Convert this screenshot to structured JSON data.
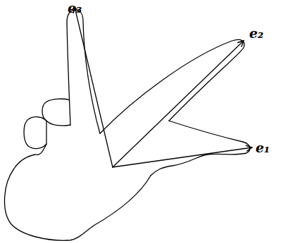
{
  "diagram": {
    "labels": [
      "e₃",
      "e₂",
      "e₁"
    ]
  }
}
